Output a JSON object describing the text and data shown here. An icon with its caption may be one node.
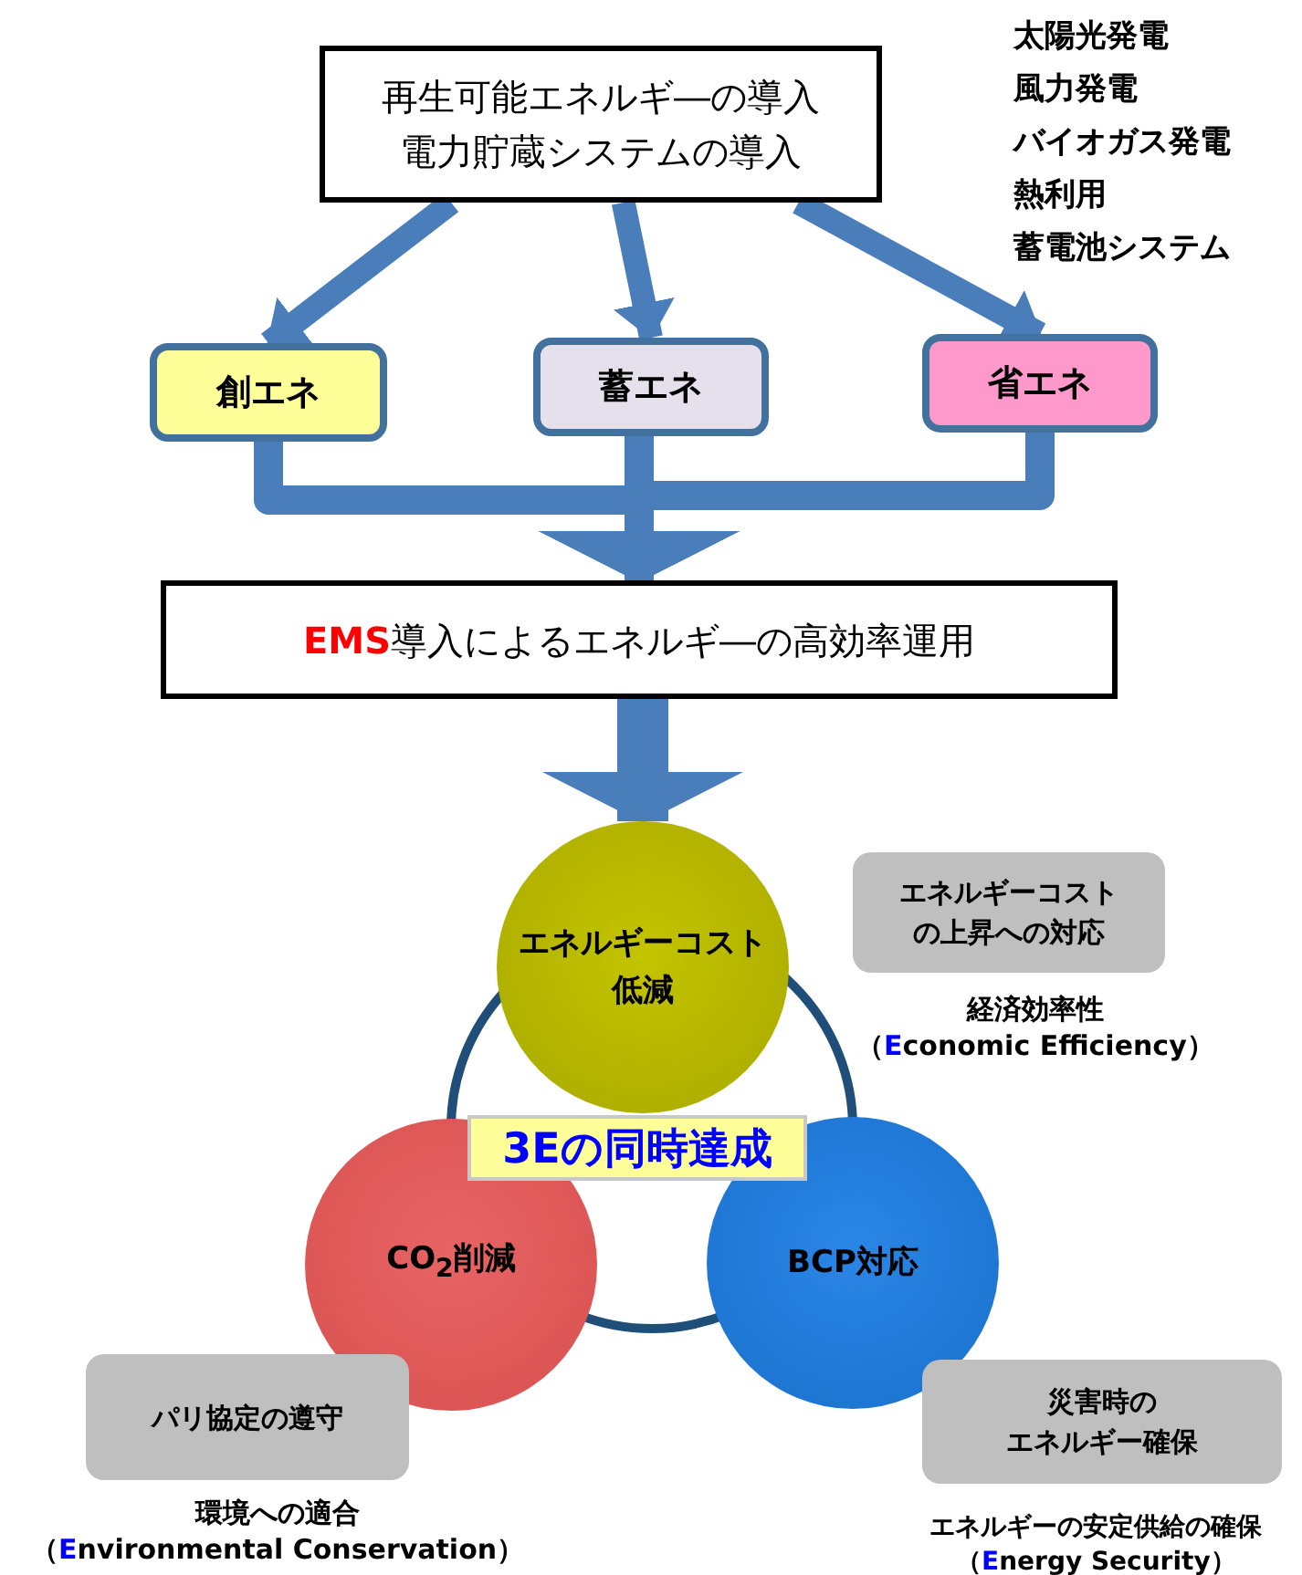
{
  "diagram": {
    "nodes": [
      {
        "text": [
          "再生可能エネルギ―の導入",
          "電力貯蔵システムの導入"
        ]
      },
      {
        "text": [
          "創エネ"
        ]
      },
      {
        "text": [
          "蓄エネ"
        ]
      },
      {
        "text": [
          "省エネ"
        ]
      },
      {
        "text": [
          "**EMS**導入によるエネルギ―の高効率運用"
        ]
      },
      {
        "text": [
          "エネルギーコスト低減"
        ]
      },
      {
        "text": [
          "CO$_{2}$削減"
        ]
      },
      {
        "text": [
          "BCP対応"
        ]
      },
      {
        "text": [
          "3Eの同時達成"
        ]
      },
      {
        "text": [
          "エネルギーコストの上昇への対応"
        ],
        "beside": [
          "経済効率性",
          "（**E**conomic Efficiency）"
        ]
      },
      {
        "text": [
          "パリ協定の遵守"
        ],
        "beside": [
          "環境への適合",
          "（**E**nvironmental Conservation）"
        ]
      },
      {
        "text": [
          "災害時の",
          "エネルギー確保"
        ],
        "beside": [
          "エネルギーの安定供給の確保",
          "（**E**nergy Security）"
        ]
      }
    ],
    "edges": [
      {
        "from": 0,
        "to": 1,
        "arrow": "to"
      },
      {
        "from": 0,
        "to": 2,
        "arrow": "to"
      },
      {
        "from": 0,
        "to": 3,
        "arrow": "to"
      },
      {
        "from": 1,
        "to": 4,
        "arrow": "to"
      },
      {
        "from": 2,
        "to": 4,
        "arrow": "to"
      },
      {
        "from": 3,
        "to": 4,
        "arrow": "to"
      },
      {
        "from": 4,
        "to": 5,
        "arrow": "to"
      }
    ],
    "labels": [
      "太陽光発電",
      "風力発電",
      "バイオガス発電",
      "熱利用",
      "蓄電池システム"
    ]
  }
}
